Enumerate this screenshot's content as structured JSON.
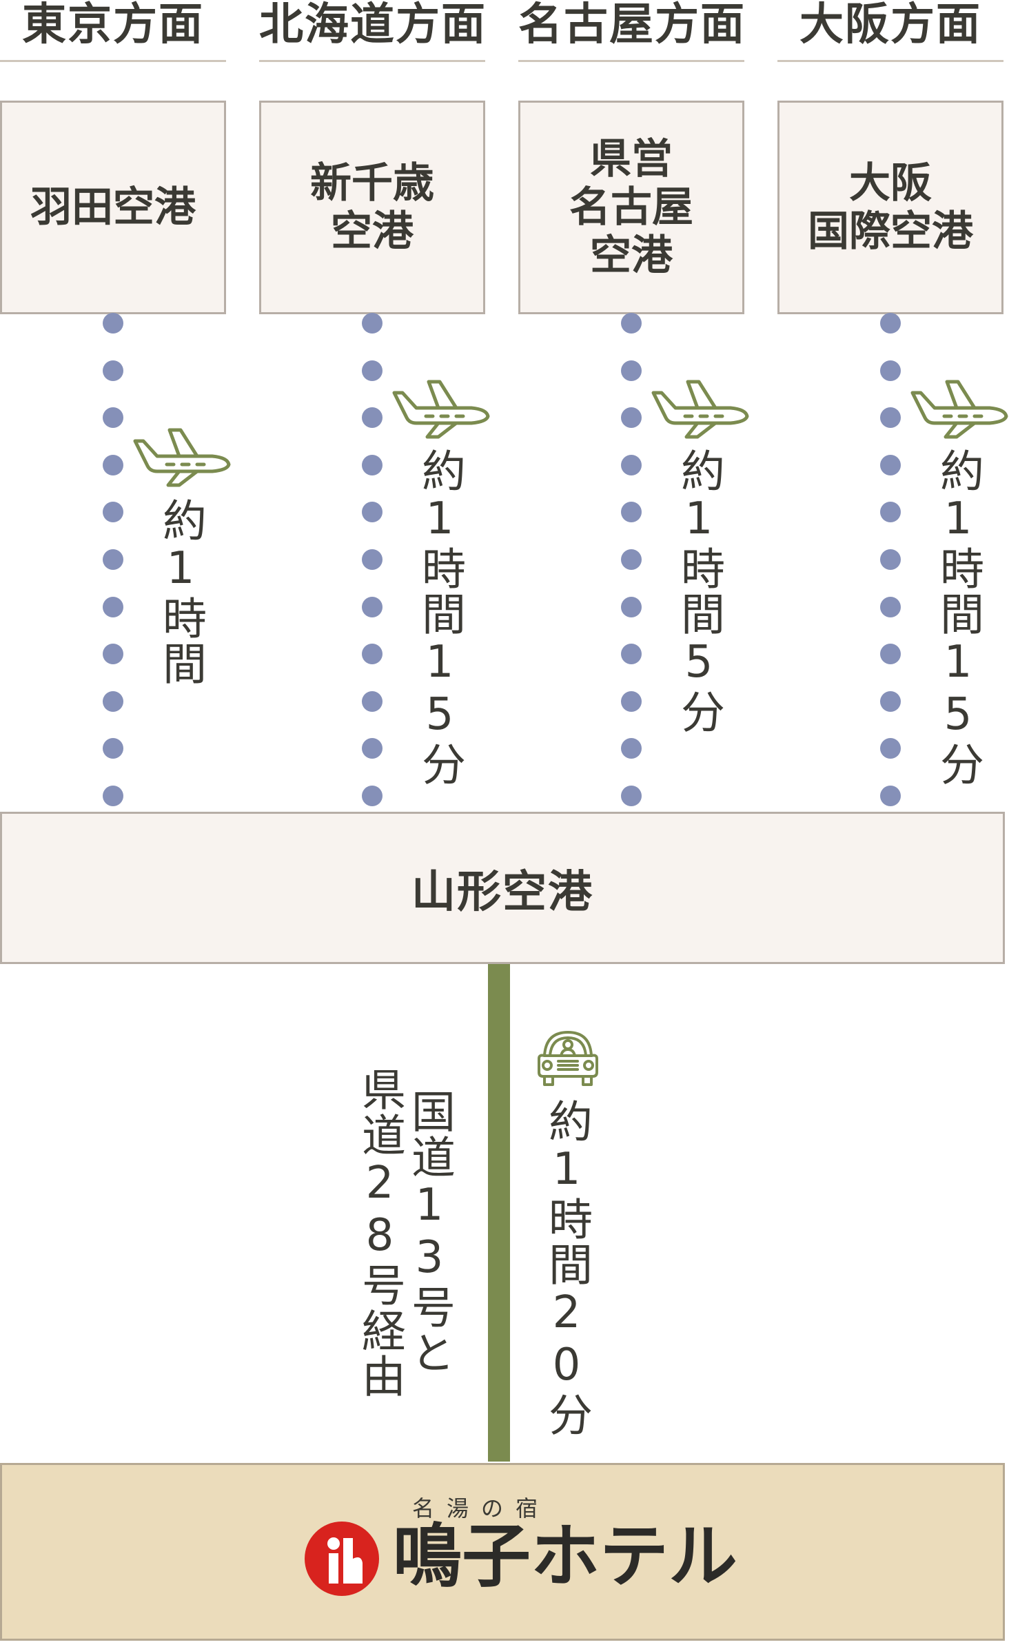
{
  "routes": [
    {
      "direction": "東京方面",
      "origin_lines": [
        "羽田空港"
      ],
      "duration": "約1時間"
    },
    {
      "direction": "北海道方面",
      "origin_lines": [
        "新千歳",
        "空港"
      ],
      "duration": "約1時間15分"
    },
    {
      "direction": "名古屋方面",
      "origin_lines": [
        "県営",
        "名古屋",
        "空港"
      ],
      "duration": "約1時間5分"
    },
    {
      "direction": "大阪方面",
      "origin_lines": [
        "大阪",
        "国際空港"
      ],
      "duration": "約1時間15分"
    }
  ],
  "hub": {
    "label": "山形空港"
  },
  "ground_leg": {
    "via_col1": "国道13号と",
    "via_col2": "県道28号経由",
    "duration": "約1時間20分"
  },
  "hotel": {
    "subtitle": "名湯の宿",
    "name": "鳴子ホテル"
  },
  "colors": {
    "dot": "#8590b8",
    "road": "#7b8b4f",
    "plane_icon": "#7b8b4f",
    "box_fill": "#f8f3ef",
    "hotel_fill": "#ebdcbb",
    "logo_red": "#d8231e"
  },
  "icons": {
    "plane": "airplane-icon",
    "car": "car-icon",
    "logo": "hotel-logo-icon"
  }
}
